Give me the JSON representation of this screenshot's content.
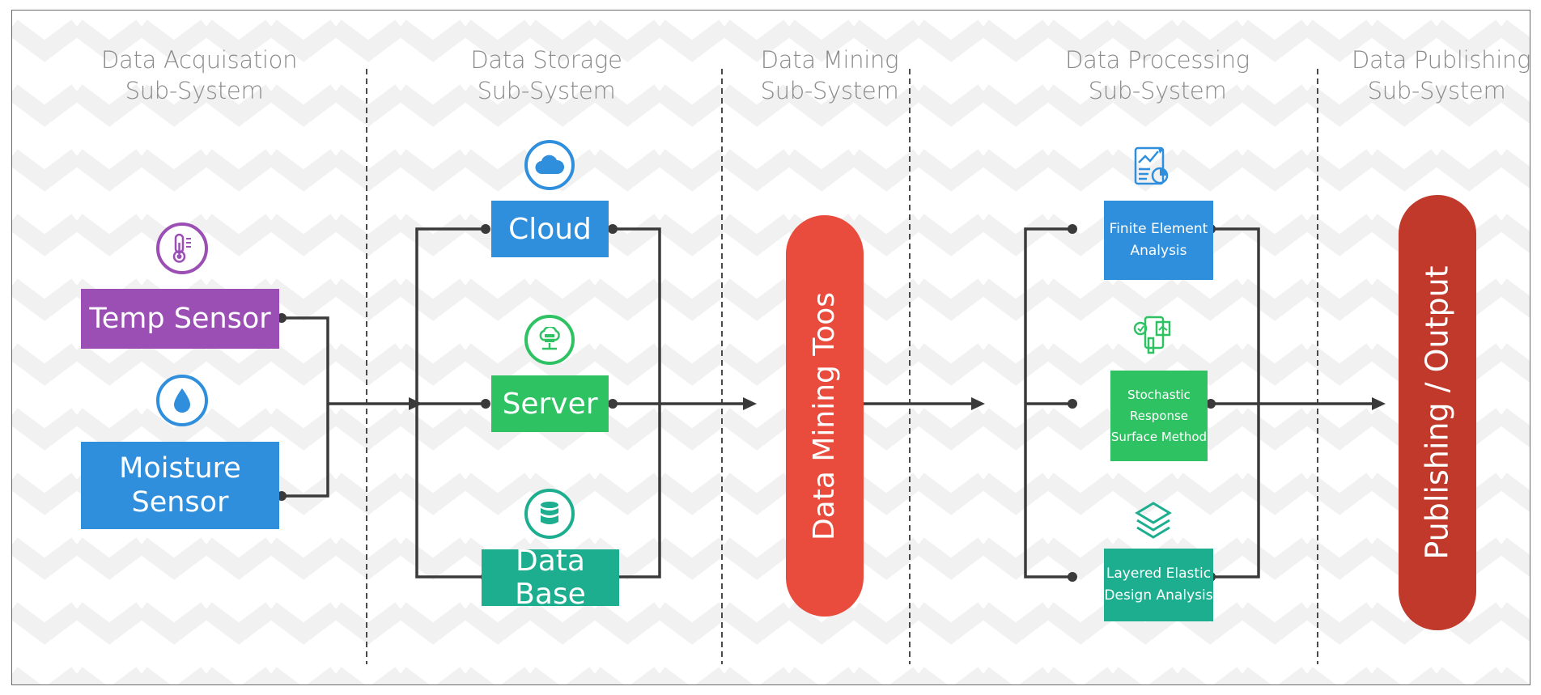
{
  "headers": [
    {
      "line1": "Data Acquisation",
      "line2": "Sub-System"
    },
    {
      "line1": "Data Storage",
      "line2": "Sub-System"
    },
    {
      "line1": "Data Mining",
      "line2": "Sub-System"
    },
    {
      "line1": "Data Processing",
      "line2": "Sub-System"
    },
    {
      "line1": "Data Publishing",
      "line2": "Sub-System"
    }
  ],
  "acquisition": {
    "temp_sensor": "Temp Sensor",
    "moisture_sensor_line1": "Moisture",
    "moisture_sensor_line2": "Sensor"
  },
  "storage": {
    "cloud": "Cloud",
    "server": "Server",
    "database": "Data Base"
  },
  "mining": {
    "tools": "Data Mining Toos"
  },
  "processing": {
    "fea_line1": "Finite Element",
    "fea_line2": "Analysis",
    "srsm_line1": "Stochastic",
    "srsm_line2": "Response",
    "srsm_line3": "Surface Method",
    "leda_line1": "Layered Elastic",
    "leda_line2": "Design Analysis"
  },
  "publishing": {
    "output": "Publishing / Output"
  },
  "icons": {
    "temp": "thermometer-icon",
    "moisture": "water-drop-icon",
    "cloud": "cloud-icon",
    "server": "server-icon",
    "database": "database-icon",
    "fea": "report-chart-icon",
    "srsm": "phone-analytics-icon",
    "leda": "layers-icon"
  },
  "colors": {
    "purple": "#9b4fb5",
    "blue": "#2f8fdc",
    "green": "#2ec262",
    "teal": "#1cae8e",
    "red": "#e94b3c",
    "dark_red": "#c0392b",
    "connector": "#3a3a3a",
    "header_text": "#8a8a8a"
  }
}
